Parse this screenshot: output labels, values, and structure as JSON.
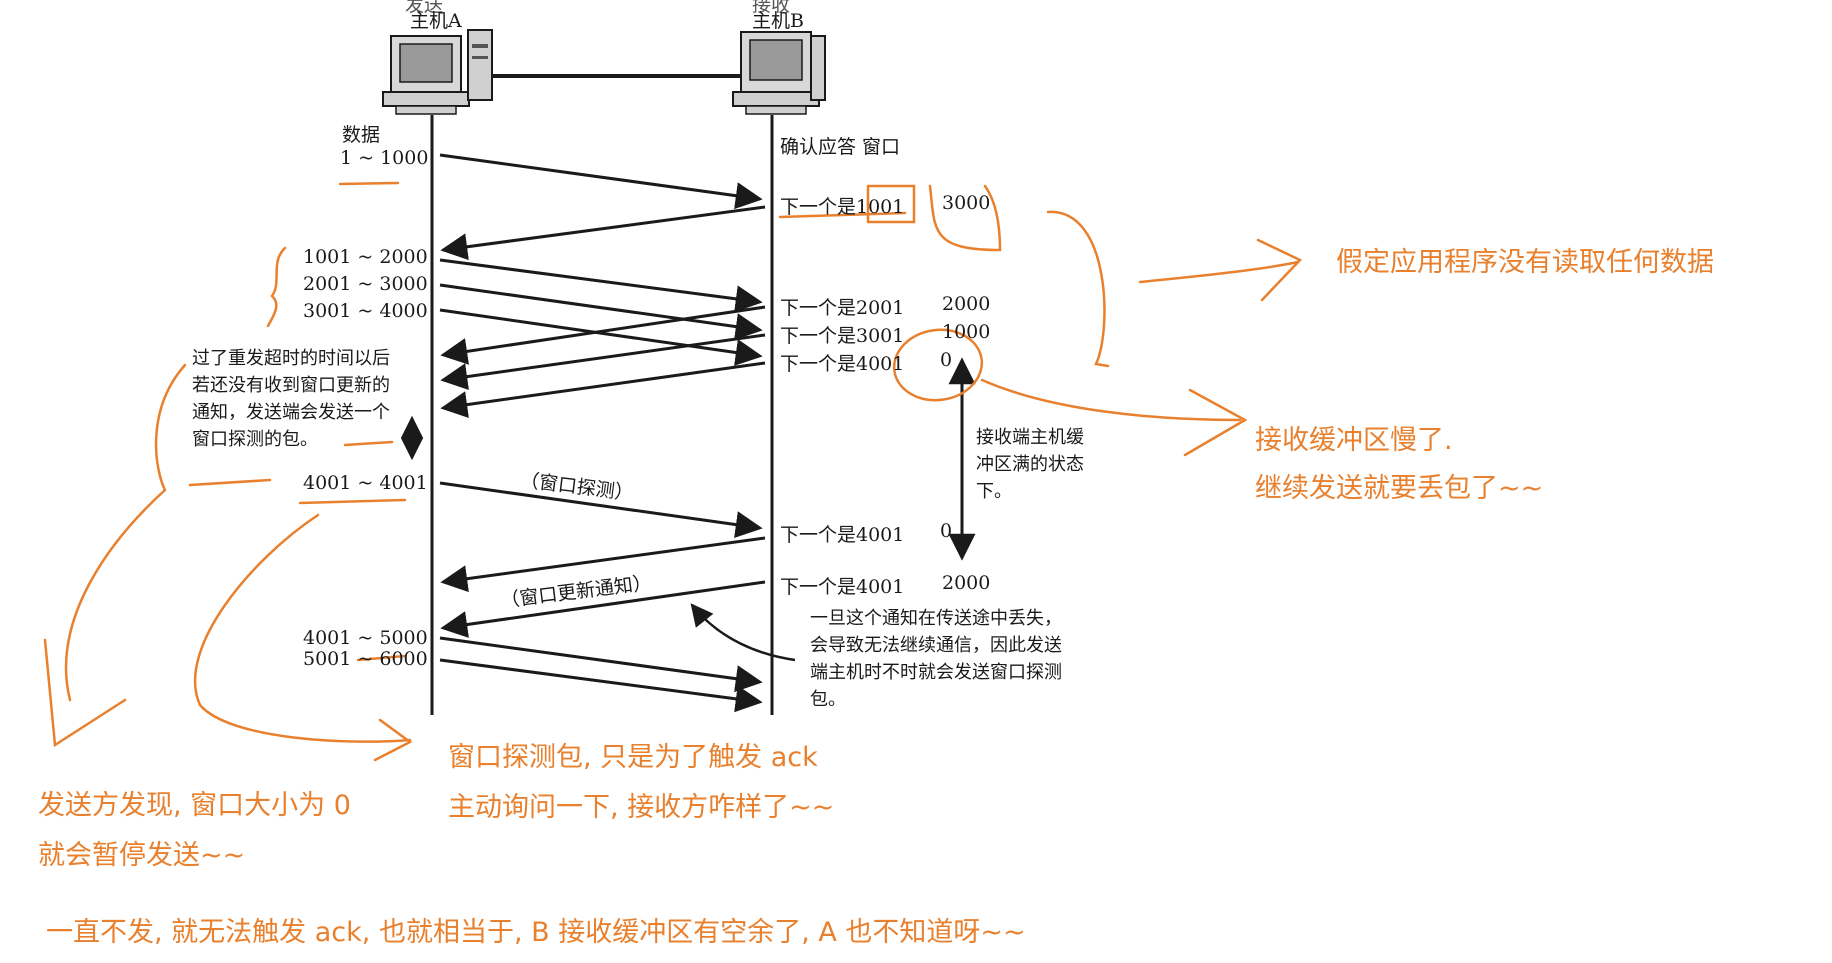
{
  "hosts": {
    "a_label": "主机A",
    "b_label": "主机B",
    "b_top_label": "接收"
  },
  "sender": {
    "header": "数据",
    "segments": [
      "1 ~ 1000",
      "1001 ~ 2000",
      "2001 ~ 3000",
      "3001 ~ 4000",
      "4001 ~ 4001",
      "4001 ~ 5000",
      "5001 ~ 6000"
    ]
  },
  "receiver": {
    "header": "确认应答 窗口",
    "acks": [
      {
        "next": "下一个是1001",
        "window": "3000"
      },
      {
        "next": "下一个是2001",
        "window": "2000"
      },
      {
        "next": "下一个是3001",
        "window": "1000"
      },
      {
        "next": "下一个是4001",
        "window": "0"
      },
      {
        "next": "下一个是4001",
        "window": "0"
      },
      {
        "next": "下一个是4001",
        "window": "2000"
      }
    ]
  },
  "labels": {
    "probe": "（窗口探测）",
    "update": "（窗口更新通知）",
    "buffer_full": "接收端主机缓冲区满的状态下。",
    "resend_note": "过了重发超时的时间以后若还没有收到窗口更新的通知，发送端会发送一个窗口探测的包。",
    "lost_note": "一旦这个通知在传送途中丢失，会导致无法继续通信，因此发送端主机时不时就会发送窗口探测包。"
  },
  "annotations": {
    "no_read": "假定应用程序没有读取任何数据",
    "buffer_slow_1": "接收缓冲区慢了.",
    "buffer_slow_2": "继续发送就要丢包了~~",
    "probe_1": "窗口探测包, 只是为了触发 ack",
    "probe_2": "主动询问一下, 接收方咋样了~~",
    "pause_1": "发送方发现, 窗口大小为 0",
    "pause_2": "就会暂停发送~~",
    "bottom": "一直不发, 就无法触发 ack, 也就相当于, B 接收缓冲区有空余了, A 也不知道呀~~"
  },
  "colors": {
    "ink": "#1a1a1a",
    "annotation": "#e8802e"
  }
}
